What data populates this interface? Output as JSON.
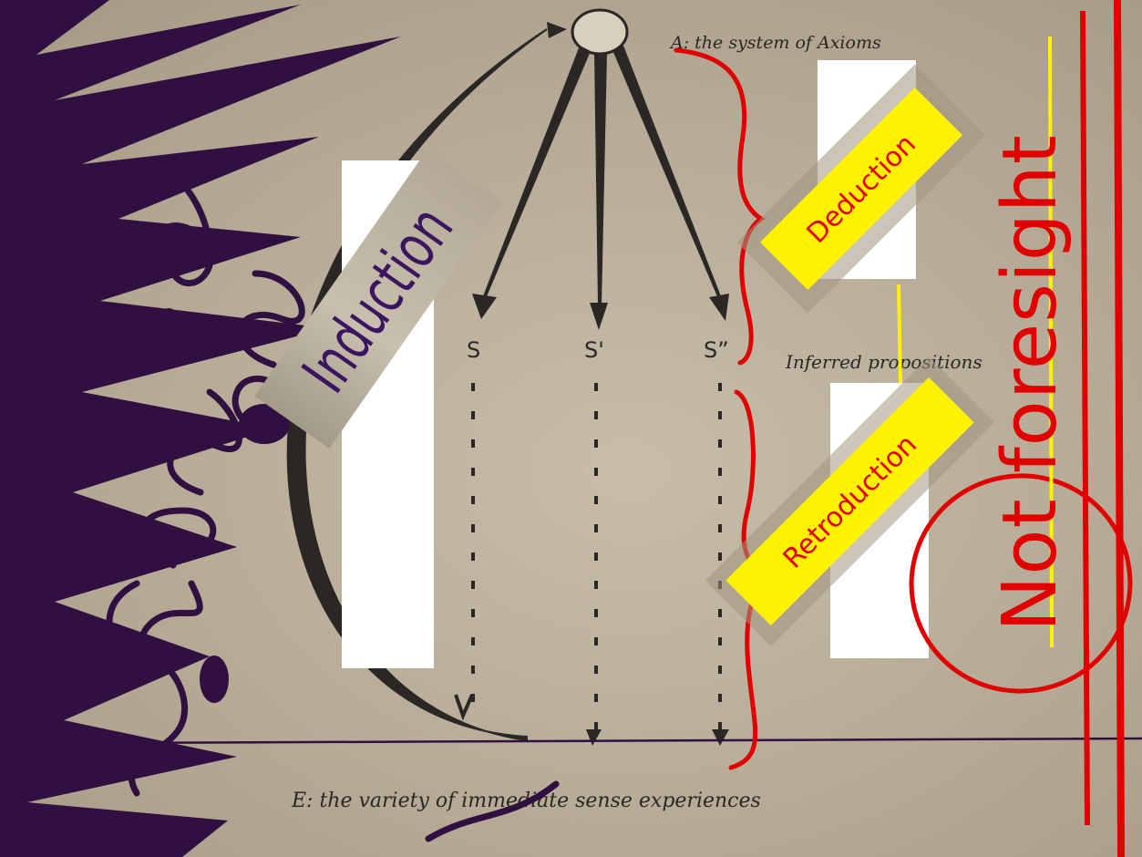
{
  "labels": {
    "axioms": "A: the system of Axioms",
    "inferred": "Inferred propositions",
    "experiences": "E: the variety of immediate sense experiences",
    "s1": "S",
    "s2": "S'",
    "s3": "S”"
  },
  "stickers": {
    "induction": "Induction",
    "deduction": "Deduction",
    "retroduction": "Retroduction",
    "not_foresight": "Not foresight"
  },
  "handwriting": {
    "scribble": "foresight"
  },
  "colors": {
    "paper": "#bdb2a1",
    "ink": "#2a2725",
    "purple": "#2f1040",
    "red": "#e00000",
    "yellow": "#fff200",
    "induction_text": "#3a1560",
    "highlight_bar": "#ffe400"
  }
}
